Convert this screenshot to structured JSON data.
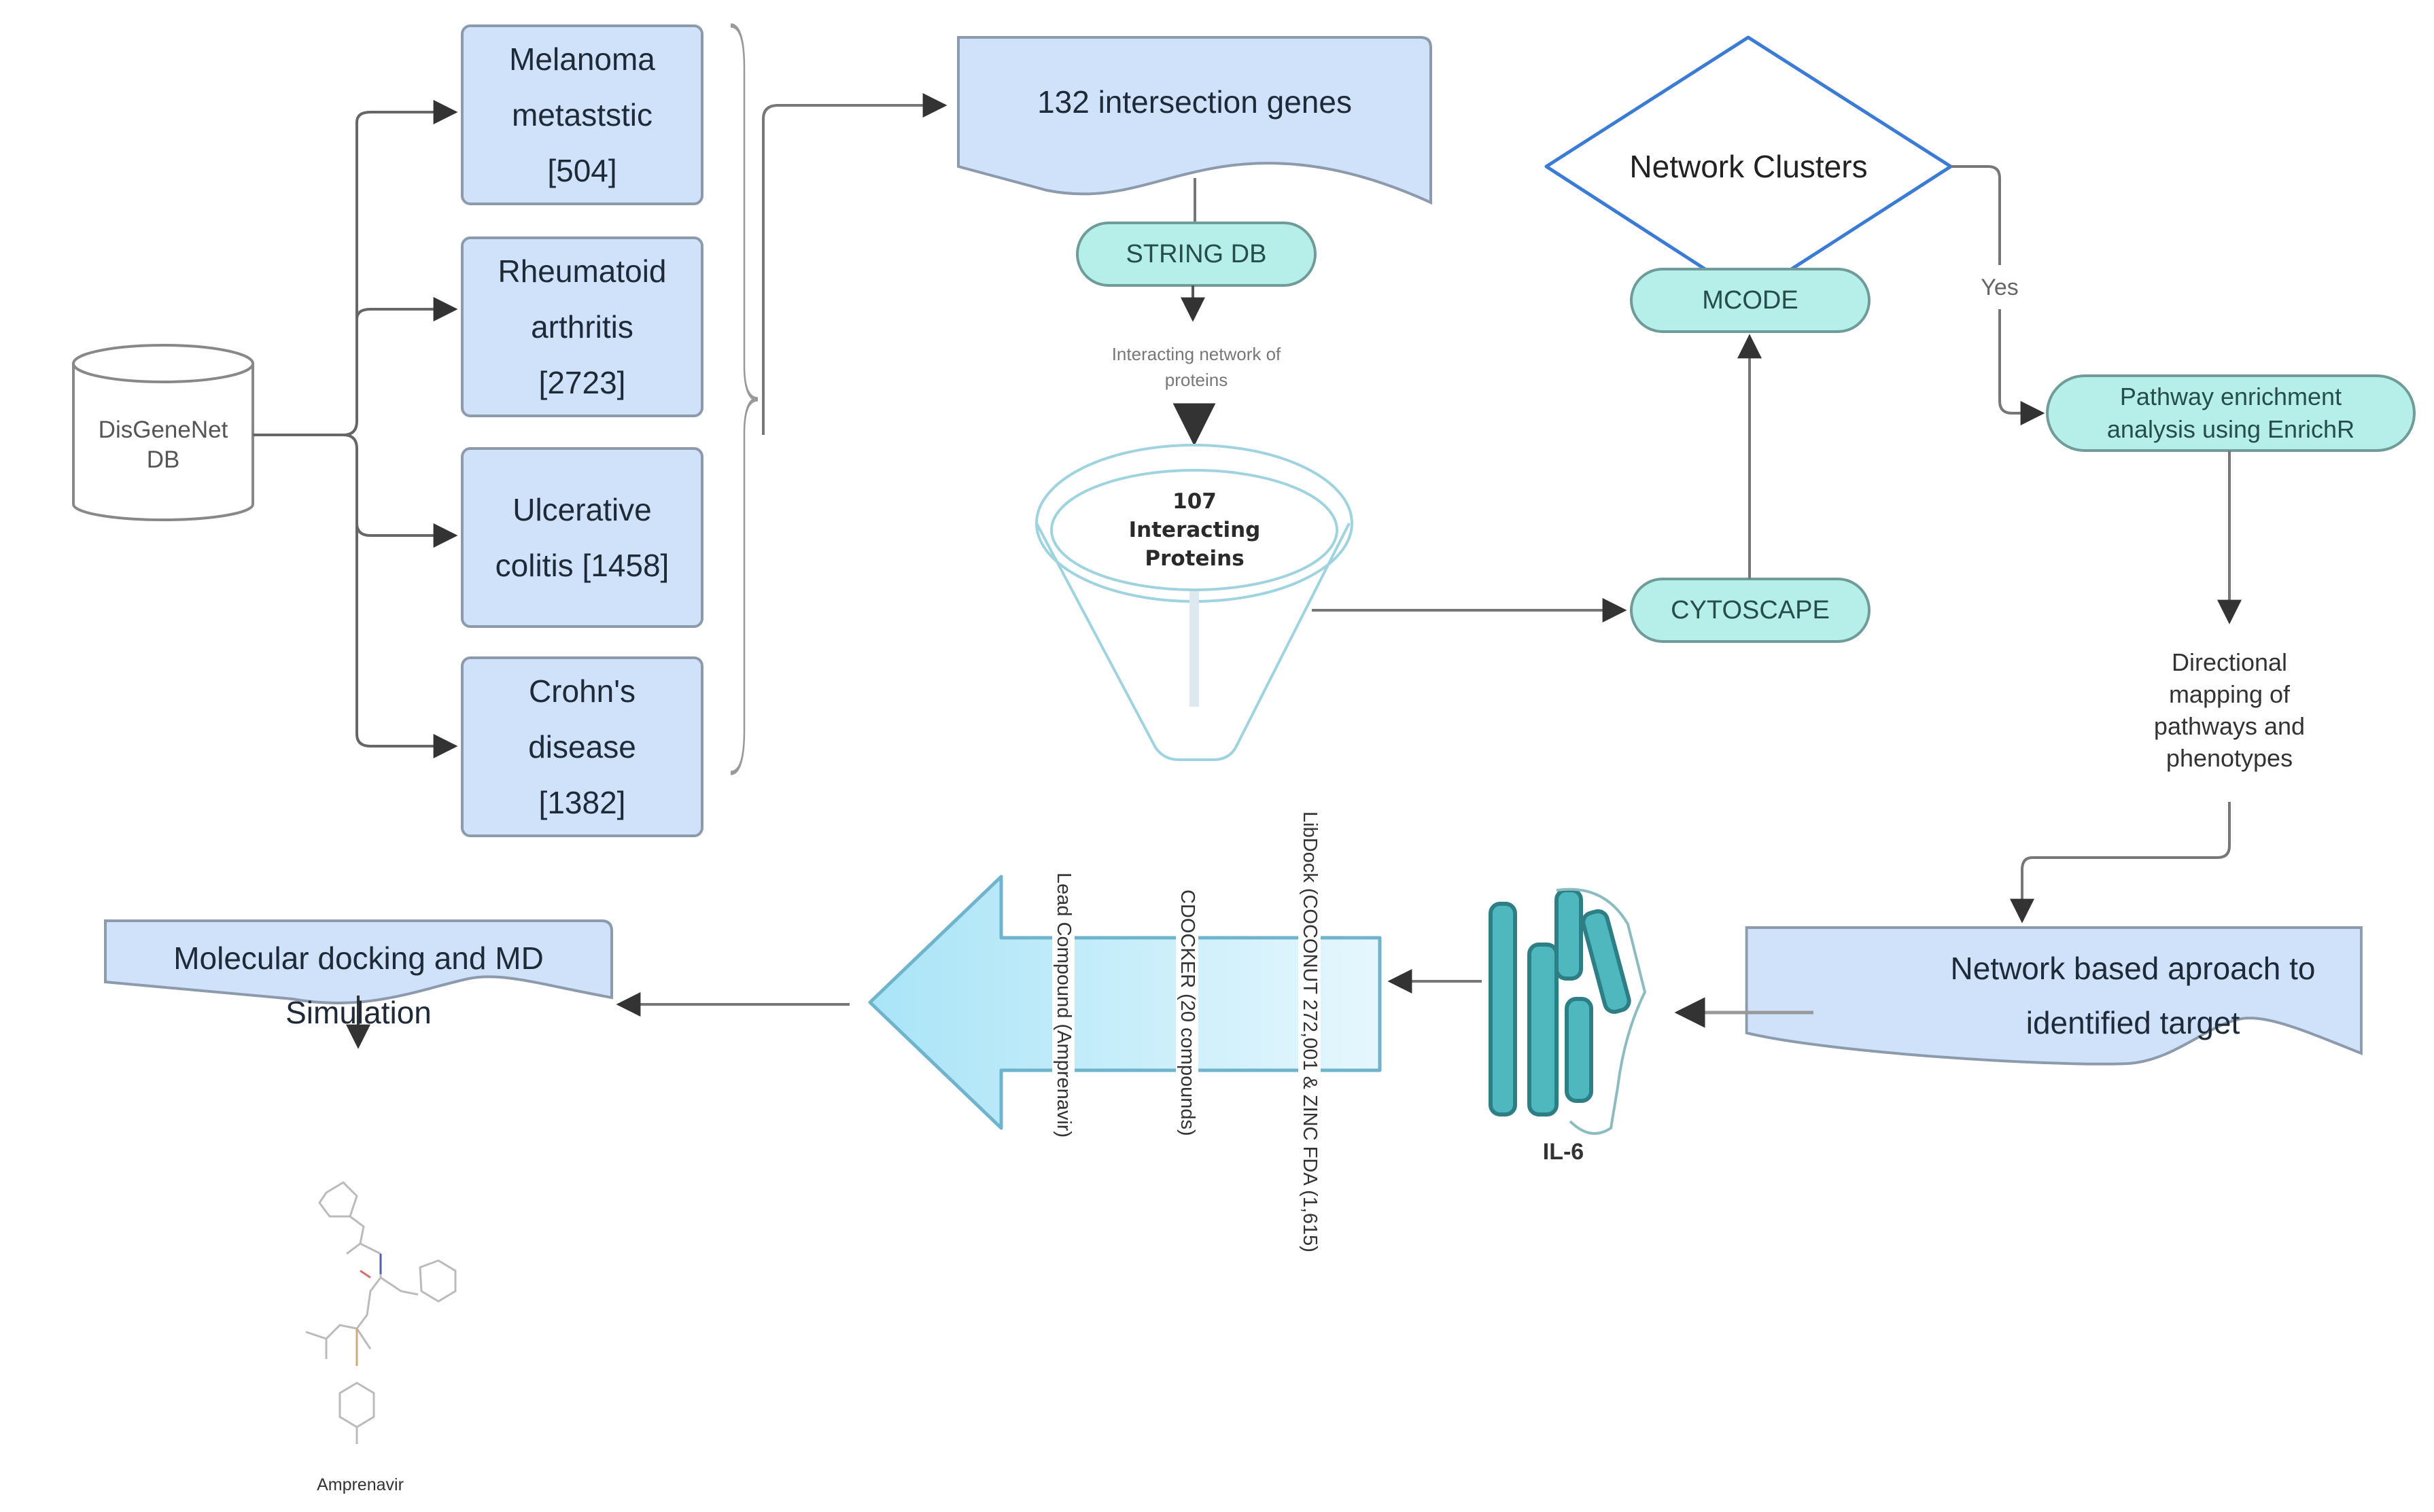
{
  "diagram": {
    "source_db": {
      "label_line1": "DisGeneNet",
      "label_line2": "DB"
    },
    "diseases": [
      {
        "lines": [
          "Melanoma",
          "metaststic",
          "[504]"
        ]
      },
      {
        "lines": [
          "Rheumatoid",
          "arthritis",
          "[2723]"
        ]
      },
      {
        "lines": [
          "Ulcerative",
          "colitis [1458]"
        ]
      },
      {
        "lines": [
          "Crohn's",
          "disease",
          "[1382]"
        ]
      }
    ],
    "intersection": {
      "label": "132 intersection genes"
    },
    "string_db": {
      "label": "STRING DB"
    },
    "network_note": {
      "line1": "Interacting network of",
      "line2": "proteins"
    },
    "funnel": {
      "line1": "107",
      "line2": "Interacting",
      "line3": "Proteins"
    },
    "cytoscape": {
      "label": "CYTOSCAPE"
    },
    "mcode": {
      "label": "MCODE"
    },
    "decision": {
      "label": "Network Clusters",
      "yes_label": "Yes"
    },
    "enrichment": {
      "line1": "Pathway enrichment",
      "line2": "analysis using EnrichR"
    },
    "mapping": {
      "lines": [
        "Directional",
        "mapping of",
        "pathways and",
        "phenotypes"
      ]
    },
    "target": {
      "line1": "Network based aproach to",
      "line2": "identified target"
    },
    "protein": {
      "label": "IL-6"
    },
    "screening": {
      "libdock": "LibDock (COCONUT 272,001 & ZINC FDA (1,615)",
      "cdocker": "CDOCKER (20 compounds)",
      "lead": "Lead Compound (Amprenavir)"
    },
    "docking": {
      "line1": "Molecular docking and MD",
      "line2": "Simulation"
    },
    "compound": {
      "label": "Amprenavir"
    },
    "colors": {
      "box_fill": "#cfe2fa",
      "box_stroke": "#8c9aab",
      "pill_fill": "#b6efea",
      "pill_stroke": "#6f9c98",
      "diamond_stroke": "#3a7bd5",
      "funnel_stroke": "#9fd3df",
      "arrow_fill": "#bde9f8",
      "arrow_stroke": "#6fb3cc",
      "protein": "#4fb8bf",
      "connector": "#555555"
    }
  }
}
